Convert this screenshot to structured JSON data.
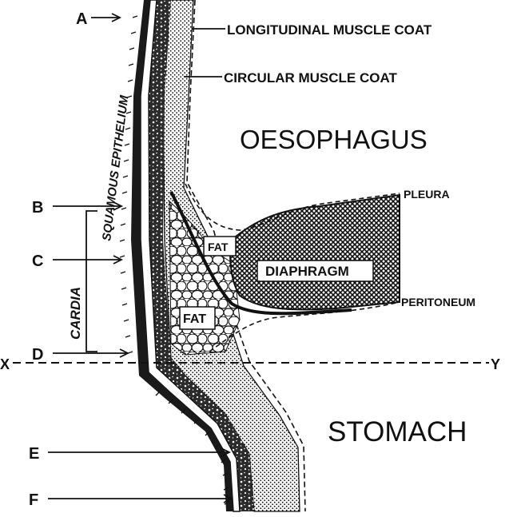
{
  "labels": {
    "longitudinal": "LONGITUDINAL MUSCLE COAT",
    "circular": "CIRCULAR MUSCLE COAT",
    "oesophagus": "OESOPHAGUS",
    "squamous": "SQUAMOUS EPITHELIUM",
    "pleura": "PLEURA",
    "fat_upper": "FAT",
    "fat_lower": "FAT",
    "diaphragm": "DIAPHRAGM",
    "peritoneum": "PERITONEUM",
    "cardia": "CARDIA",
    "stomach": "STOMACH"
  },
  "markers": {
    "a": "A",
    "b": "B",
    "c": "C",
    "d": "D",
    "e": "E",
    "f": "F",
    "x": "X",
    "y": "Y"
  }
}
